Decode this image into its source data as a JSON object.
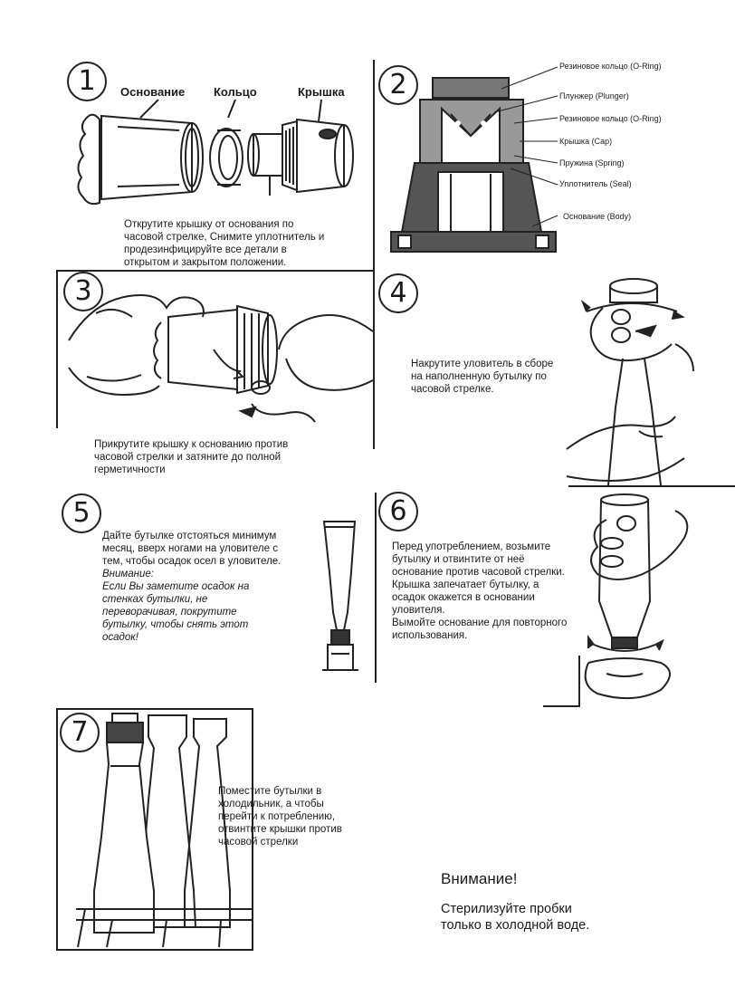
{
  "step1": {
    "number": "1",
    "labels": [
      "Основание",
      "Кольцо",
      "Крышка"
    ],
    "text": [
      "Открутите крышку от основания по",
      "часовой стрелке, Снимите уплотнитель и",
      "продезинфицируйте все детали в",
      "открытом и закрытом положении."
    ]
  },
  "step2": {
    "number": "2",
    "callouts": [
      "Резиновое кольцо (O-Ring)",
      "Плунжер (Plunger)",
      "Резиновое кольцо (O-Ring)",
      "Крышка (Cap)",
      "Пружина (Spring)",
      "Уплотнитель (Seal)",
      "Основание (Body)"
    ]
  },
  "step3": {
    "number": "3",
    "text": [
      "Прикрутите крышку к основанию против",
      "часовой стрелки и затяните до полной",
      "герметичности"
    ]
  },
  "step4": {
    "number": "4",
    "text": [
      "Накрутите уловитель в сборе",
      "на наполненную бутылку по",
      "часовой стрелке."
    ]
  },
  "step5": {
    "number": "5",
    "text": [
      "Дайте бутылке отстояться минимум",
      "месяц, вверх ногами на уловителе с",
      "тем, чтобы осадок осел в уловителе."
    ],
    "note_title": "Внимание:",
    "note": [
      "Если Вы заметите осадок на",
      "стенках бутылки, не",
      "переворачивая, покрутите",
      "бутылку, чтобы снять этот",
      "осадок!"
    ]
  },
  "step6": {
    "number": "6",
    "text": [
      "Перед употреблением, возьмите",
      "бутылку и отвинтите от неё",
      "основание против часовой стрелки.",
      "Крышка запечатает бутылку, а",
      "осадок окажется в основании",
      "уловителя.",
      "Вымойте основание для повторного",
      "использования."
    ]
  },
  "step7": {
    "number": "7",
    "text": [
      "Поместите бутылки в",
      "холодильник, а чтобы",
      "перейти к потреблению,",
      "отвинтите крышки против",
      "часовой стрелки"
    ]
  },
  "warning": {
    "title": "Внимание!",
    "lines": [
      "Стерилизуйте пробки",
      "только в холодной воде."
    ]
  }
}
